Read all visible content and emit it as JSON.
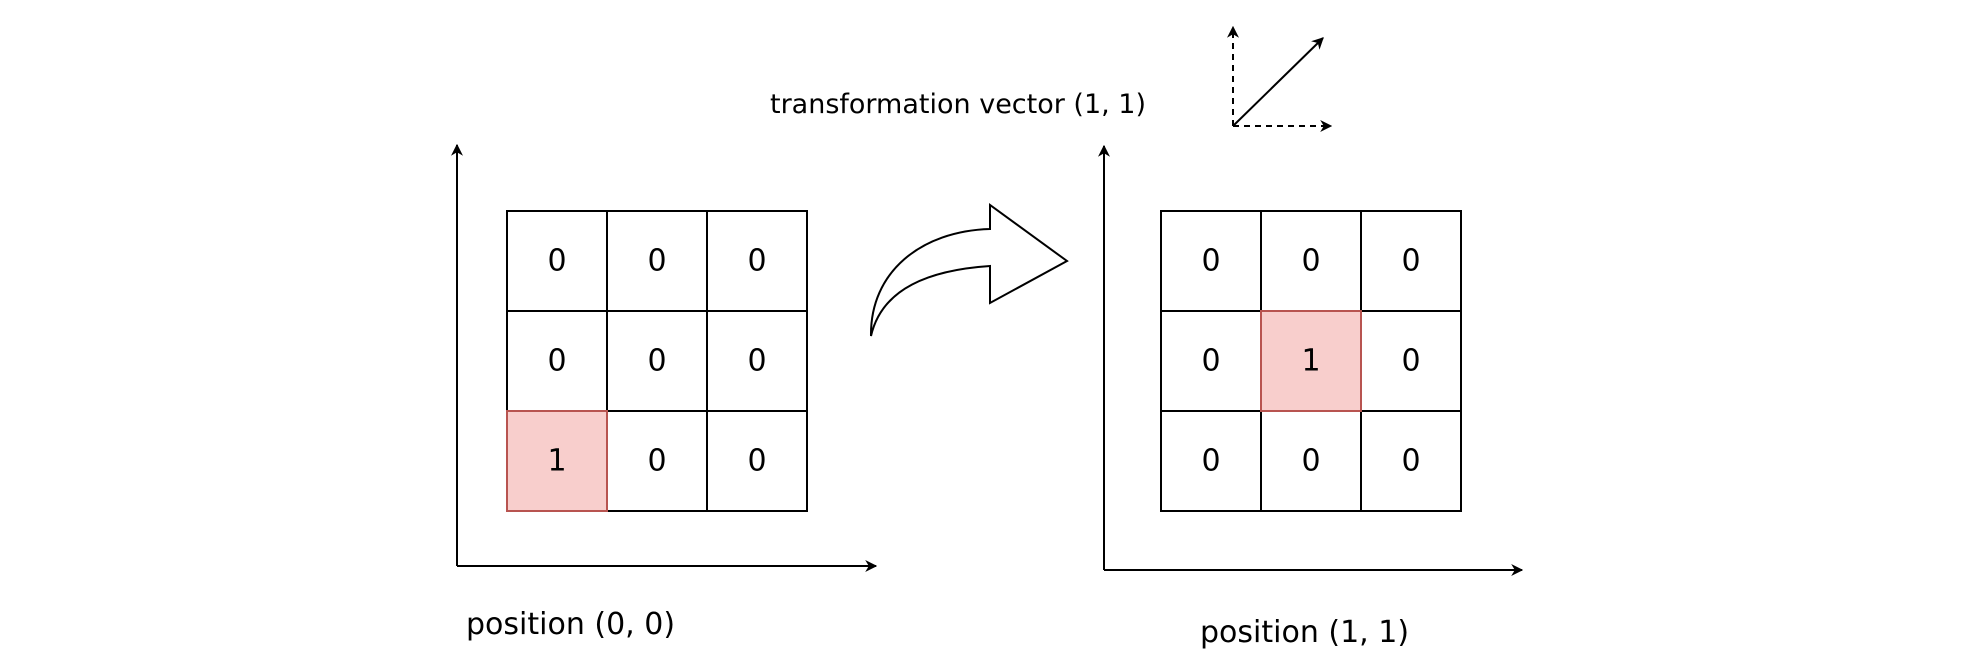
{
  "vector_label": "transformation vector (1, 1)",
  "colors": {
    "highlight_fill": "#f8cecc",
    "highlight_stroke": "#b85450",
    "line": "#000000"
  },
  "grids": [
    {
      "id": "before",
      "caption": "position (0, 0)",
      "cells": [
        [
          "0",
          "0",
          "0"
        ],
        [
          "0",
          "0",
          "0"
        ],
        [
          "1",
          "0",
          "0"
        ]
      ],
      "highlight": {
        "row": 2,
        "col": 0
      }
    },
    {
      "id": "after",
      "caption": "position (1, 1)",
      "cells": [
        [
          "0",
          "0",
          "0"
        ],
        [
          "0",
          "1",
          "0"
        ],
        [
          "0",
          "0",
          "0"
        ]
      ],
      "highlight": {
        "row": 1,
        "col": 1
      }
    }
  ]
}
